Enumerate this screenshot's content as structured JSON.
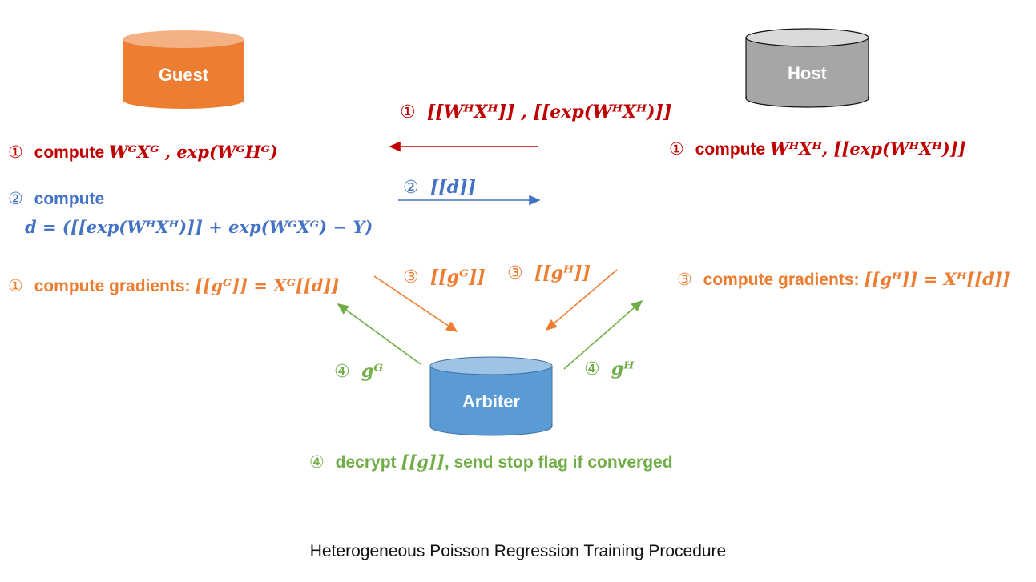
{
  "nodes": {
    "guest": {
      "label": "Guest",
      "color": "#ed7d31"
    },
    "host": {
      "label": "Host",
      "color": "#a6a6a6"
    },
    "arbiter": {
      "label": "Arbiter",
      "color": "#5b9bd5"
    }
  },
  "steps": {
    "guest_step1": {
      "num": "①",
      "text": "compute",
      "math": "WᴳXᴳ , exp(WᴳHᴳ)"
    },
    "guest_step2": {
      "num": "②",
      "text": "compute",
      "math": "d = ([[exp(WᴴXᴴ)]] + exp(WᴳXᴳ) − Y)"
    },
    "guest_step3": {
      "num": "①",
      "text": "compute gradients:",
      "math": "[[gᴳ]] = Xᴳ[[d]]"
    },
    "host_step1": {
      "num": "①",
      "text": "compute",
      "math": "WᴴXᴴ, [[exp(WᴴXᴴ)]]"
    },
    "host_step3": {
      "num": "③",
      "text": "compute gradients:",
      "math": "[[gᴴ]] = Xᴴ[[d]]"
    },
    "arbiter_step4": {
      "num": "④",
      "text_before": "decrypt",
      "math": "[[g]]",
      "text_after": ", send stop flag if converged"
    }
  },
  "messages": {
    "host_to_guest": {
      "num": "①",
      "math": "[[WᴴXᴴ]] , [[exp(WᴴXᴴ)]]"
    },
    "guest_to_host": {
      "num": "②",
      "math": "[[d]]"
    },
    "guest_to_arbiter": {
      "num": "③",
      "math": "[[gᴳ]]"
    },
    "host_to_arbiter": {
      "num": "③",
      "math": "[[gᴴ]]"
    },
    "arbiter_to_guest": {
      "num": "④",
      "math": "gᴳ"
    },
    "arbiter_to_host": {
      "num": "④",
      "math": "gᴴ"
    }
  },
  "caption": "Heterogeneous Poisson Regression Training Procedure",
  "colors": {
    "red": "#c00000",
    "blue": "#4472c4",
    "orange": "#ed7d31",
    "green": "#70ad47"
  }
}
